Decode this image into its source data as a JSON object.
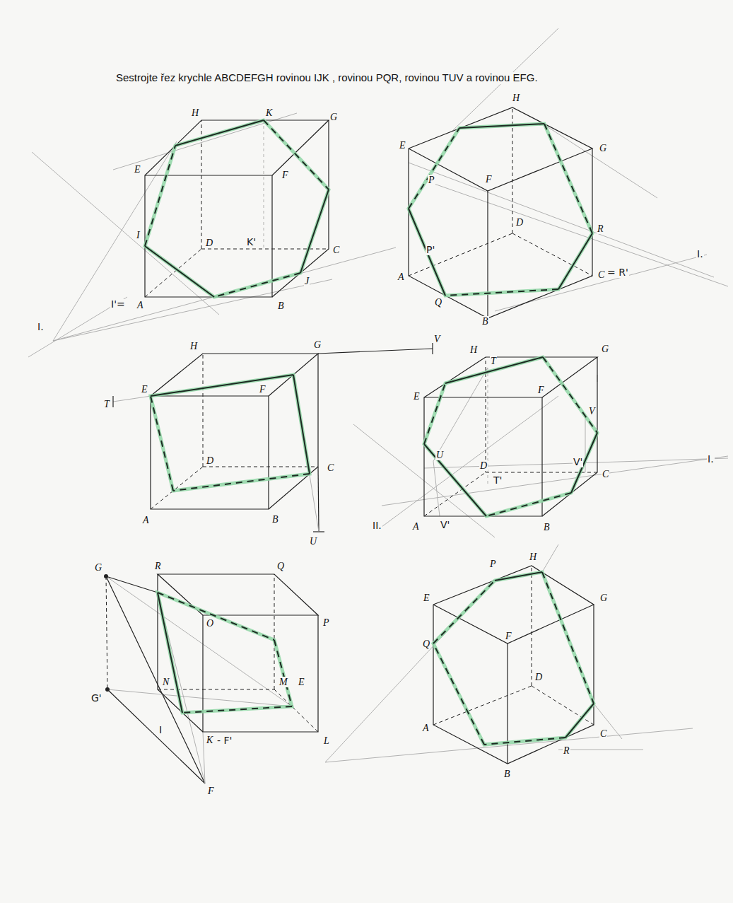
{
  "diagram": {
    "title": "Sestrojte řez krychle ABCDEFGH rovinou IJK , rovinou PQR, rovinou TUV a rovinou EFG.",
    "labels": [
      "H",
      "K",
      "G",
      "E",
      "F",
      "I",
      "D",
      "K'",
      "C",
      "J",
      "B",
      "I'=",
      "A",
      "I.",
      "H",
      "E",
      "G",
      "F",
      "P",
      "D",
      "R",
      "P'",
      "A",
      "C",
      "= R'",
      "Q",
      "B",
      "I.",
      "H",
      "G",
      "V",
      "T",
      "E",
      "F",
      "D",
      "C",
      "A",
      "B",
      "U",
      "H",
      "T",
      "G",
      "E",
      "F",
      "V",
      "U",
      "D",
      "T'",
      "V'",
      "C",
      "I.",
      "II.",
      "A",
      "V'",
      "B",
      "G",
      "R",
      "Q",
      "O",
      "P",
      "G'",
      "N",
      "M",
      "E",
      "I",
      "K",
      "- F'",
      "L",
      "F",
      "P",
      "H",
      "E",
      "G",
      "Q",
      "F",
      "D",
      "A",
      "C",
      "R",
      "B"
    ]
  }
}
